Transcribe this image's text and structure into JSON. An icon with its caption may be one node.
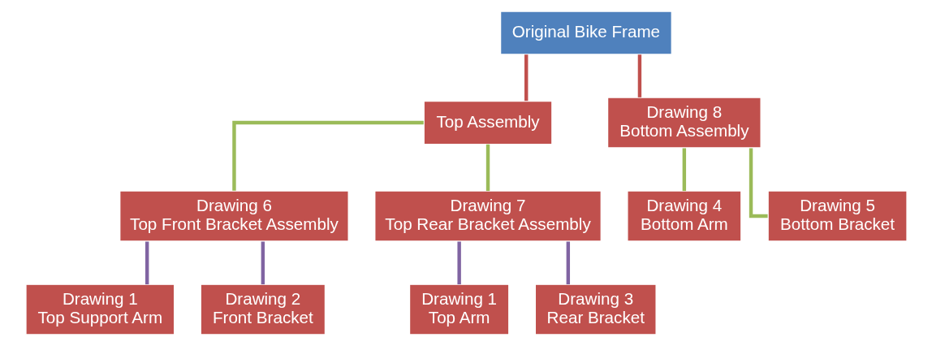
{
  "diagram": {
    "nodes": [
      {
        "text": [
          "Original Bike Frame"
        ]
      },
      {
        "text": [
          "Top Assembly"
        ]
      },
      {
        "text": [
          "Drawing 8",
          "Bottom Assembly"
        ]
      },
      {
        "text": [
          "Drawing 6",
          "Top Front Bracket Assembly"
        ]
      },
      {
        "text": [
          "Drawing 7",
          "Top Rear Bracket Assembly"
        ]
      },
      {
        "text": [
          "Drawing 4",
          "Bottom Arm"
        ]
      },
      {
        "text": [
          "Drawing 5",
          "Bottom Bracket"
        ]
      },
      {
        "text": [
          "Drawing 1",
          "Top Support Arm"
        ]
      },
      {
        "text": [
          "Drawing 2",
          "Front Bracket"
        ]
      },
      {
        "text": [
          "Drawing 1",
          "Top Arm"
        ]
      },
      {
        "text": [
          "Drawing 3",
          "Rear Bracket"
        ]
      }
    ],
    "edges": [
      {
        "from": 0,
        "to": 1,
        "arrow": "none",
        "color": "#c0504d"
      },
      {
        "from": 0,
        "to": 2,
        "arrow": "none",
        "color": "#c0504d"
      },
      {
        "from": 1,
        "to": 3,
        "arrow": "none",
        "color": "#9bbb59"
      },
      {
        "from": 1,
        "to": 4,
        "arrow": "none",
        "color": "#9bbb59"
      },
      {
        "from": 2,
        "to": 5,
        "arrow": "none",
        "color": "#9bbb59"
      },
      {
        "from": 2,
        "to": 6,
        "arrow": "none",
        "color": "#9bbb59"
      },
      {
        "from": 3,
        "to": 7,
        "arrow": "none",
        "color": "#8064a2"
      },
      {
        "from": 3,
        "to": 8,
        "arrow": "none",
        "color": "#8064a2"
      },
      {
        "from": 4,
        "to": 9,
        "arrow": "none",
        "color": "#8064a2"
      },
      {
        "from": 4,
        "to": 10,
        "arrow": "none",
        "color": "#8064a2"
      }
    ]
  }
}
